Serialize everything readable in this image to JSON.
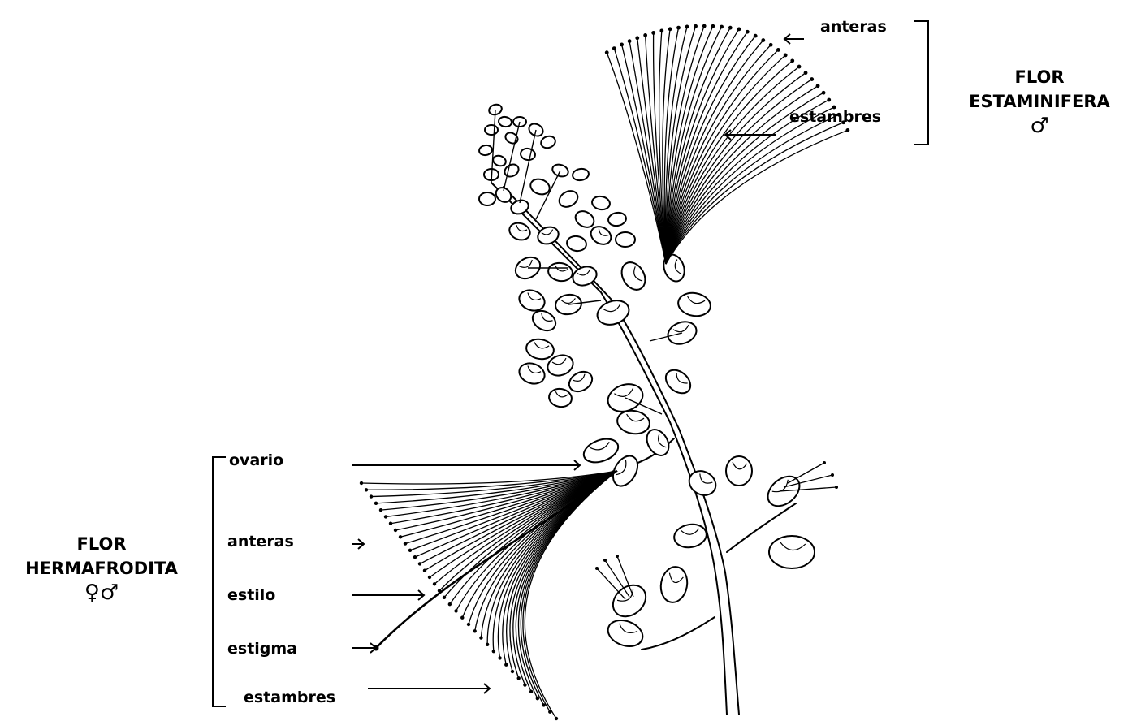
{
  "male_flower": {
    "title_line1": "FLOR",
    "title_line2": "ESTAMINIFERA",
    "symbol": "♂",
    "labels": {
      "anteras": "anteras",
      "estambres": "estambres"
    }
  },
  "hermaphrodite_flower": {
    "title_line1": "FLOR",
    "title_line2": "HERMAFRODITA",
    "symbol": "♀♂",
    "labels": {
      "ovario": "ovario",
      "anteras": "anteras",
      "estilo": "estilo",
      "estigma": "estigma",
      "estambres": "estambres"
    }
  },
  "colors": {
    "ink": "#000000",
    "paper": "#ffffff"
  }
}
